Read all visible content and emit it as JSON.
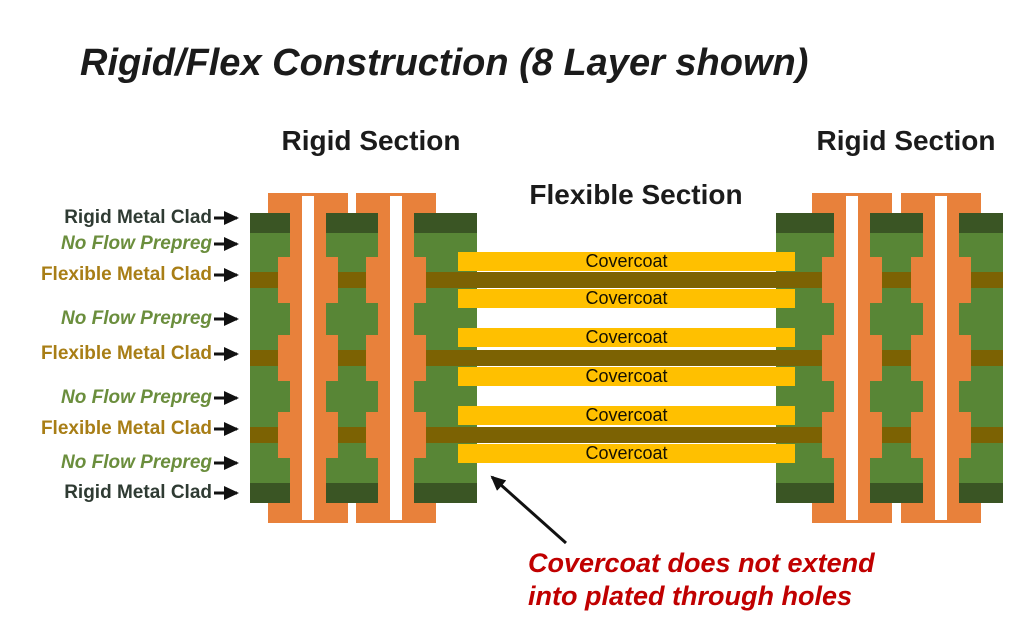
{
  "title": "Rigid/Flex Construction (8 Layer shown)",
  "section_headers": {
    "rigid_left": "Rigid Section",
    "flexible": "Flexible Section",
    "rigid_right": "Rigid Section"
  },
  "layer_labels": [
    {
      "text": "Rigid Metal Clad",
      "kind": "rigid-metal-clad"
    },
    {
      "text": "No Flow Prepreg",
      "kind": "no-flow-prepreg"
    },
    {
      "text": "Flexible Metal Clad",
      "kind": "flexible-metal-clad"
    },
    {
      "text": "No Flow Prepreg",
      "kind": "no-flow-prepreg"
    },
    {
      "text": "Flexible Metal Clad",
      "kind": "flexible-metal-clad"
    },
    {
      "text": "No Flow Prepreg",
      "kind": "no-flow-prepreg"
    },
    {
      "text": "Flexible Metal Clad",
      "kind": "flexible-metal-clad"
    },
    {
      "text": "No Flow Prepreg",
      "kind": "no-flow-prepreg"
    },
    {
      "text": "Rigid Metal Clad",
      "kind": "rigid-metal-clad"
    }
  ],
  "covercoat_bars": [
    "Covercoat",
    "Covercoat",
    "Covercoat",
    "Covercoat",
    "Covercoat",
    "Covercoat"
  ],
  "annotation": {
    "line1": "Covercoat does not extend",
    "line2": "into plated through holes"
  },
  "colors": {
    "background": "#FFFFFF",
    "orange": "#E8813B",
    "dark_green": "#3A5524",
    "green": "#588636",
    "olive": "#7C6203",
    "yellow": "#FFC000",
    "white": "#FFFFFF",
    "label_dark": "#2F3B33",
    "label_green": "#6B8E3D",
    "label_gold": "#A87E16",
    "red": "#C00000",
    "black": "#1B1B1B",
    "arrow": "#111111"
  }
}
